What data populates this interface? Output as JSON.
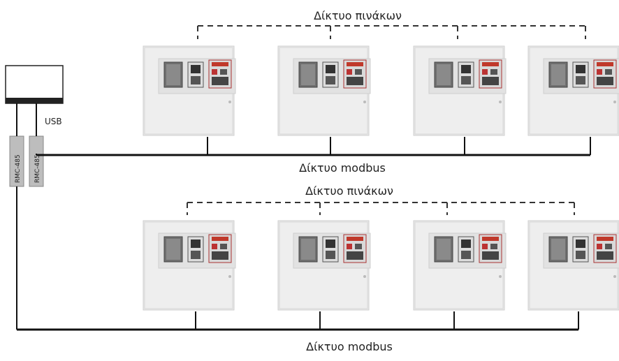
{
  "labels": {
    "panel_network_top": "Δίκτυο πινάκων",
    "modbus_network_top": "Δίκτυο modbus",
    "panel_network_bottom": "Δίκτυο πινάκων",
    "modbus_network_bottom": "Δίκτυο modbus",
    "usb": "USB",
    "converter_left": "RMC-485",
    "converter_right": "RMC-485"
  },
  "rows": [
    {
      "name": "top",
      "panel_count": 4
    },
    {
      "name": "bottom",
      "panel_count": 4
    }
  ],
  "colors": {
    "line": "#111111",
    "panel_face": "#e8e8e8",
    "panel_edge": "#c8c8c8",
    "display_dark": "#6a6a6a",
    "display_red": "#c0392b",
    "converter": "#bdbdbd"
  }
}
